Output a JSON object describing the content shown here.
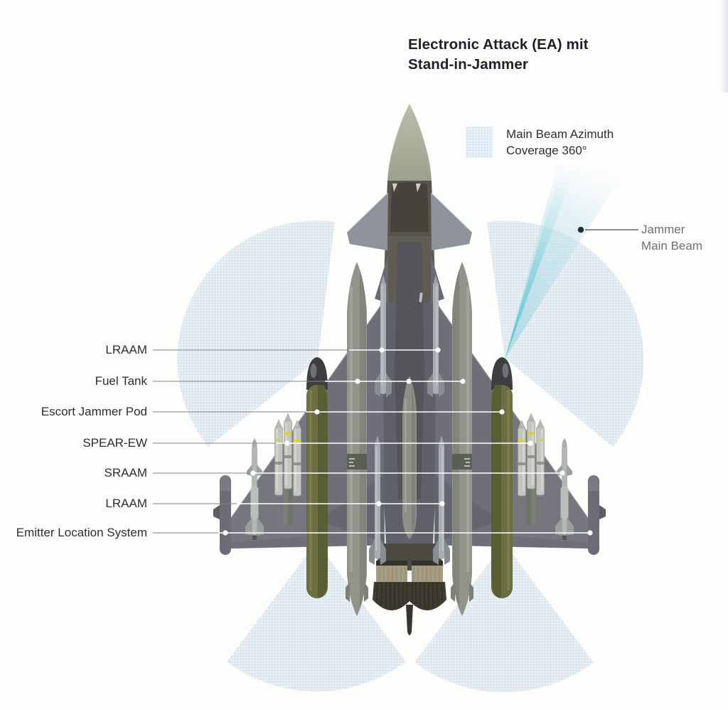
{
  "title": {
    "line1": "Electronic Attack (EA) mit",
    "line2": "Stand-in-Jammer"
  },
  "legend": {
    "line1": "Main Beam Azimuth",
    "line2": "Coverage 360°"
  },
  "beam_callout": {
    "line1": "Jammer",
    "line2": "Main Beam"
  },
  "callouts": [
    {
      "label": "LRAAM"
    },
    {
      "label": "Fuel Tank"
    },
    {
      "label": "Escort Jammer Pod"
    },
    {
      "label": "SPEAR-EW"
    },
    {
      "label": "SRAAM"
    },
    {
      "label": "LRAAM"
    },
    {
      "label": "Emitter Location System"
    }
  ],
  "colors": {
    "background": "#fdfdfc",
    "coverage_fill": "#dbe7f0",
    "beam_core": "#57c2d3",
    "beam_halo": "#a8d9e4",
    "title_text": "#20202b",
    "label_text": "#2e2e30",
    "beam_label_text": "#717175",
    "leader_line_gray": "#85858a",
    "leader_line_white": "#ffffff",
    "airframe_gray": "#615f69",
    "wing_gray": "#6f6f79",
    "radome_sage": "#b4b5a2",
    "jammer_pod_olive": "#6a6e41",
    "nozzle_khaki": "#a69d84"
  }
}
